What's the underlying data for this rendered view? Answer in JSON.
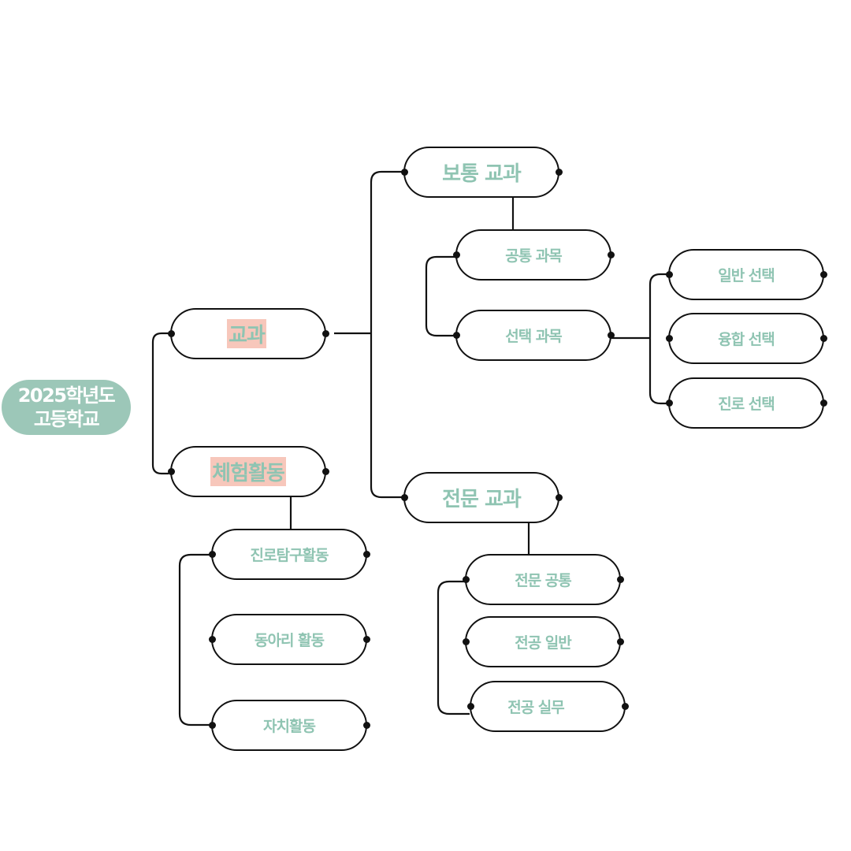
{
  "colors": {
    "label_text": "#8fc4b2",
    "root_fill": "#9cc7b8",
    "highlight": "#f7c7bb",
    "outline": "#111111"
  },
  "root": {
    "line1": "2025학년도",
    "line2": "고등학교"
  },
  "level1": {
    "subject": "교과",
    "experience": "체험활동"
  },
  "subject_branch": {
    "general": "보통 교과",
    "specialized": "전문 교과"
  },
  "general_children": {
    "common": "공통 과목",
    "elective": "선택 과목"
  },
  "elective_children": {
    "general_elective": "일반 선택",
    "fusion_elective": "융합 선택",
    "career_elective": "진로 선택"
  },
  "specialized_children": {
    "common": "전문 공통",
    "major_general": "전공 일반",
    "major_practice": "전공 실무"
  },
  "experience_children": {
    "career_exploration": "진로탐구활동",
    "club": "동아리 활동",
    "autonomous": "자치활동"
  }
}
